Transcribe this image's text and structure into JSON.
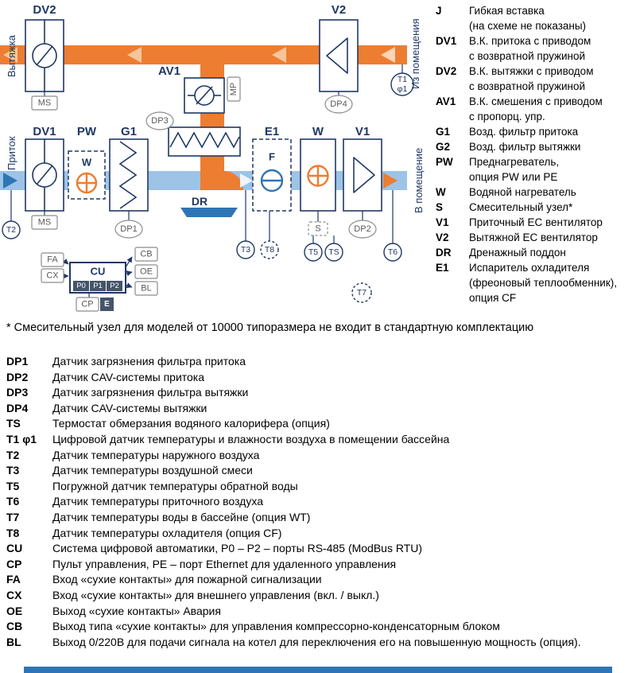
{
  "diagram": {
    "flow_labels": {
      "extract": "Вытяжка",
      "supply": "Приток",
      "from_room": "Из помещения",
      "to_room": "В помещение"
    },
    "components": {
      "dv2": "DV2",
      "v2": "V2",
      "av1": "AV1",
      "dv1": "DV1",
      "pw": "PW",
      "g1": "G1",
      "e1": "E1",
      "w": "W",
      "v1": "V1",
      "dr": "DR",
      "cu": "CU",
      "pw_inner_w": "W",
      "e1_inner_f": "F"
    },
    "tags": {
      "ms": "MS",
      "mp": "MP",
      "dp1": "DP1",
      "dp2": "DP2",
      "dp3": "DP3",
      "dp4": "DP4",
      "s": "S",
      "fa": "FA",
      "cx": "CX",
      "cb": "CB",
      "oe": "OE",
      "bl": "BL",
      "cp": "CP",
      "e": "E",
      "p0": "P0",
      "p1": "P1",
      "p2": "P2"
    },
    "sensors": {
      "t1": "T1",
      "phi1": "φ1",
      "t2": "T2",
      "t3": "T3",
      "t5": "T5",
      "ts": "TS",
      "t6": "T6",
      "t7": "T7",
      "t8": "T8"
    },
    "colors": {
      "navy": "#1f3864",
      "orange": "#ed7d31",
      "light_orange": "#f9c49a",
      "light_blue": "#9dc3e6",
      "blue": "#2e75b6",
      "tag_gray": "#595959"
    }
  },
  "legend": {
    "items": [
      {
        "term": "J",
        "desc": "Гибкая вставка\n(на схеме не показаны)"
      },
      {
        "term": "DV1",
        "desc": "В.К. притока с приводом\nс возвратной пружиной"
      },
      {
        "term": "DV2",
        "desc": "В.К. вытяжки с приводом\nс возвратной пружиной"
      },
      {
        "term": "AV1",
        "desc": "В.К. смешения с приводом\nс пропорц. упр."
      },
      {
        "term": "G1",
        "desc": "Возд. фильтр притока"
      },
      {
        "term": "G2",
        "desc": "Возд. фильтр вытяжки"
      },
      {
        "term": "PW",
        "desc": "Преднагреватель,\nопция PW или PE"
      },
      {
        "term": "W",
        "desc": "Водяной нагреватель"
      },
      {
        "term": "S",
        "desc": "Смесительный узел*"
      },
      {
        "term": "V1",
        "desc": "Приточный ЕС вентилятор"
      },
      {
        "term": "V2",
        "desc": "Вытяжной ЕС вентилятор"
      },
      {
        "term": "DR",
        "desc": "Дренажный поддон"
      },
      {
        "term": "E1",
        "desc": "Испаритель охладителя\n(фреоновый теплообменник),\nопция CF"
      }
    ]
  },
  "footnote": "* Смесительный узел для моделей от 10000 типоразмера не входит в стандартную комплектацию",
  "sensor_list": {
    "items": [
      {
        "term": "DP1",
        "desc": "Датчик загрязнения фильтра притока"
      },
      {
        "term": "DP2",
        "desc": "Датчик CAV-системы притока"
      },
      {
        "term": "DP3",
        "desc": "Датчик загрязнения фильтра вытяжки"
      },
      {
        "term": "DP4",
        "desc": "Датчик CAV-системы вытяжки"
      },
      {
        "term": "TS",
        "desc": "Термостат обмерзания водяного калорифера (опция)"
      },
      {
        "term": "T1 φ1",
        "desc": "Цифровой датчик температуры и влажности воздуха в помещении бассейна"
      },
      {
        "term": "T2",
        "desc": "Датчик температуры наружного воздуха"
      },
      {
        "term": "T3",
        "desc": "Датчик температуры воздушной смеси"
      },
      {
        "term": "T5",
        "desc": "Погружной датчик температуры обратной воды"
      },
      {
        "term": "T6",
        "desc": "Датчик температуры приточного воздуха"
      },
      {
        "term": "T7",
        "desc": "Датчик температуры воды в бассейне (опция WT)"
      },
      {
        "term": "T8",
        "desc": "Датчик температуры охладителя (опция CF)"
      },
      {
        "term": "CU",
        "desc": "Система цифровой автоматики, P0 – P2 – порты RS-485 (ModBus RTU)"
      },
      {
        "term": "CP",
        "desc": "Пульт управления, PE – порт Ethernet для удаленного управления"
      },
      {
        "term": "FA",
        "desc": "Вход «сухие контакты» для пожарной сигнализации"
      },
      {
        "term": "CX",
        "desc": "Вход «сухие контакты» для внешнего управления (вкл. / выкл.)"
      },
      {
        "term": "OE",
        "desc": "Выход «сухие контакты» Авария"
      },
      {
        "term": "CB",
        "desc": "Выход типа «сухие контакты» для управления компрессорно-конденсаторным блоком"
      },
      {
        "term": "BL",
        "desc": "Выход 0/220В для подачи сигнала на котел для переключения его на повышенную мощность (опция)."
      }
    ]
  }
}
